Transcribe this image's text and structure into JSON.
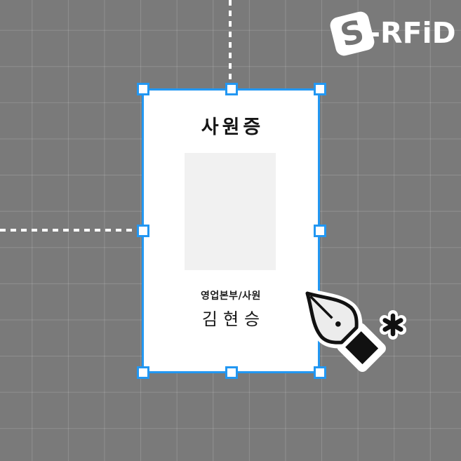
{
  "brand": {
    "tile_letter": "S",
    "name_text": "-RFiD"
  },
  "card": {
    "title": "사원증",
    "department": "영업본부/사원",
    "name": "김현승"
  },
  "icons": {
    "pen_tool": "pen-nib-cursor",
    "anchor_indicator": "asterisk"
  },
  "colors": {
    "selection_blue": "#2297f2",
    "canvas_background": "#7a7a7a",
    "card_background": "#ffffff",
    "photo_placeholder": "#f1f1f1"
  },
  "selection": {
    "handles": [
      "top-left",
      "top-middle",
      "top-right",
      "middle-left",
      "middle-right",
      "bottom-left",
      "bottom-middle",
      "bottom-right"
    ]
  }
}
